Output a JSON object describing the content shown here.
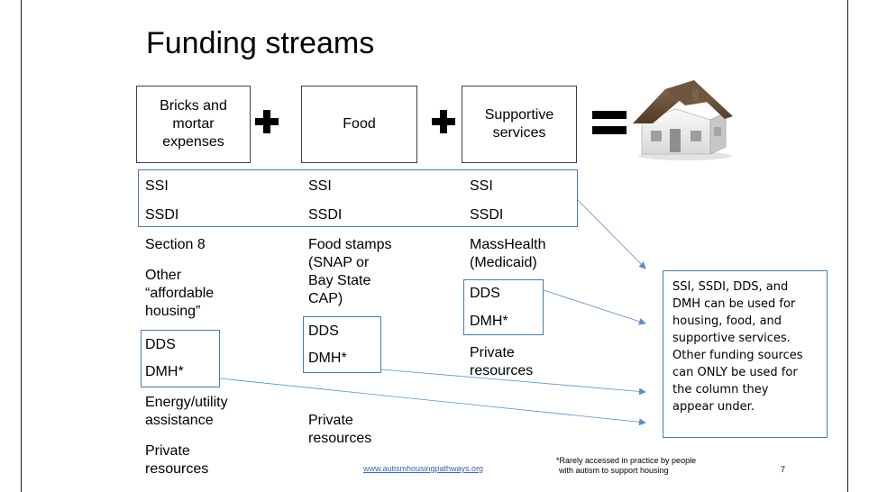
{
  "title": "Funding streams",
  "headers": {
    "col1": [
      "Bricks and",
      "mortar",
      "expenses"
    ],
    "col2": "Food",
    "col3": [
      "Supportive",
      "services"
    ]
  },
  "operators": {
    "plus": "+",
    "equals": "="
  },
  "columns": {
    "col1": [
      "SSI",
      "SSDI",
      "Section 8",
      "Other",
      "“affordable",
      "housing”",
      "DDS",
      "DMH*",
      "Energy/utility",
      "assistance",
      "Private",
      "resources"
    ],
    "col2": [
      "SSI",
      "SSDI",
      "Food stamps",
      "(SNAP or",
      "Bay State",
      "CAP)",
      "DDS",
      "DMH*",
      "Private",
      "resources"
    ],
    "col3": [
      "SSI",
      "SSDI",
      "MassHealth",
      "(Medicaid)",
      "DDS",
      "DMH*",
      "Private",
      "resources"
    ]
  },
  "note_lines": [
    "SSI, SSDI, DDS, and",
    "DMH can be used for",
    "housing, food, and",
    "supportive services.",
    "Other funding sources",
    "can ONLY be used for",
    "the column they",
    "appear under."
  ],
  "footer": {
    "link": "www.autismhousingpathways.org",
    "footnote": [
      "*Rarely accessed in practice by people",
      "with autism to support housing"
    ],
    "page_number": "7"
  },
  "colors": {
    "outline": "#4a7ab0",
    "arrow": "#5b8fc9",
    "text": "#000000"
  },
  "icons": {
    "house": "house-icon"
  }
}
